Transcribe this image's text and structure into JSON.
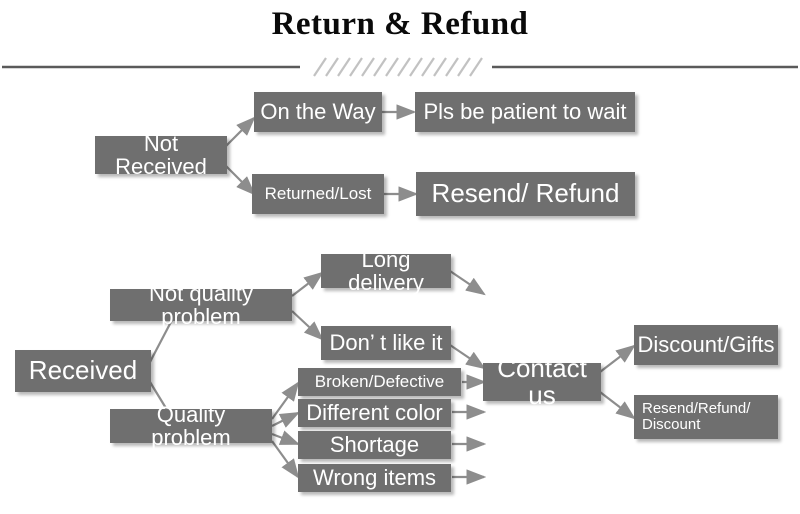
{
  "header": {
    "title": "Return & Refund",
    "divider_style": "rule-hatch-rule"
  },
  "colors": {
    "node_fill": "#6f6f6f",
    "node_text": "#ffffff",
    "arrow": "#8d8d8d",
    "title_text": "#0a0a0a",
    "rule": "#5a5a5a",
    "hatch": "#bdbdbd",
    "background": "#ffffff"
  },
  "flowchart": {
    "type": "flowchart",
    "orientation": "left-to-right",
    "branches": [
      {
        "id": "not-received",
        "root": "Not Received",
        "steps": [
          {
            "cause": "On the Way",
            "outcome": "Pls be patient to wait"
          },
          {
            "cause": "Returned/Lost",
            "outcome": "Resend/ Refund"
          }
        ]
      },
      {
        "id": "received",
        "root": "Received",
        "categories": [
          {
            "label": "Not quality problem",
            "reasons": [
              "Long delivery",
              "Don’  t like it"
            ]
          },
          {
            "label": "Quality problem",
            "reasons": [
              "Broken/Defective",
              "Different color",
              "Shortage",
              "Wrong items"
            ]
          }
        ],
        "hub": "Contact us",
        "resolutions": [
          "Discount/Gifts",
          "Resend/Refund/\nDiscount"
        ]
      }
    ]
  },
  "nodes": {
    "not_received": "Not Received",
    "on_the_way": "On the Way",
    "pls_be_patient": "Pls be patient to wait",
    "returned_lost": "Returned/Lost",
    "resend_refund": "Resend/ Refund",
    "received": "Received",
    "not_quality_problem": "Not quality problem",
    "quality_problem": "Quality problem",
    "long_delivery": "Long delivery",
    "dont_like_it": "Don’  t like it",
    "broken_defective": "Broken/Defective",
    "different_color": "Different color",
    "shortage": "Shortage",
    "wrong_items": "Wrong items",
    "contact_us": "Contact us",
    "discount_gifts": "Discount/Gifts",
    "resend_refund_discount": "Resend/Refund/\nDiscount"
  }
}
